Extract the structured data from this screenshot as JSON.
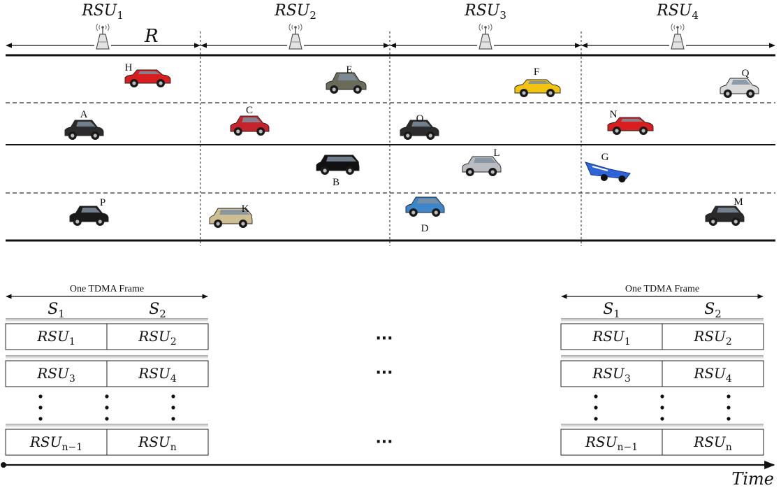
{
  "road": {
    "rsus": [
      {
        "base": "RSU",
        "sub": "1"
      },
      {
        "base": "RSU",
        "sub": "2"
      },
      {
        "base": "RSU",
        "sub": "3"
      },
      {
        "base": "RSU",
        "sub": "4"
      }
    ],
    "range_label": "R",
    "vehicles": [
      {
        "label": "H",
        "lane": 1,
        "color": "#d81e1e",
        "style": "sport"
      },
      {
        "label": "E",
        "lane": 1,
        "color": "#6b6b5a",
        "style": "suv"
      },
      {
        "label": "F",
        "lane": 1,
        "color": "#f2c40f",
        "style": "sport"
      },
      {
        "label": "Q",
        "lane": 1,
        "color": "#d9d9d9",
        "style": "sedan"
      },
      {
        "label": "A",
        "lane": 2,
        "color": "#2b2b2b",
        "style": "sedan"
      },
      {
        "label": "C",
        "lane": 2,
        "color": "#c4242a",
        "style": "sedan"
      },
      {
        "label": "O",
        "lane": 2,
        "color": "#2b2b2b",
        "style": "sedan"
      },
      {
        "label": "N",
        "lane": 2,
        "color": "#d81e1e",
        "style": "sport"
      },
      {
        "label": "B",
        "lane": 3,
        "color": "#111111",
        "style": "wagon"
      },
      {
        "label": "L",
        "lane": 3,
        "color": "#b9bcc0",
        "style": "hatch"
      },
      {
        "label": "G",
        "lane": 3,
        "color": "#2f64d8",
        "style": "race"
      },
      {
        "label": "P",
        "lane": 4,
        "color": "#1a1a1a",
        "style": "sedan"
      },
      {
        "label": "K",
        "lane": 4,
        "color": "#cdbf92",
        "style": "wagon"
      },
      {
        "label": "D",
        "lane": 4,
        "color": "#3d86c9",
        "style": "hatch"
      },
      {
        "label": "M",
        "lane": 4,
        "color": "#2a2a2a",
        "style": "hatch"
      }
    ]
  },
  "tdma": {
    "frame_label": "One TDMA Frame",
    "slots": [
      {
        "base": "S",
        "sub": "1"
      },
      {
        "base": "S",
        "sub": "2"
      }
    ],
    "rows": [
      [
        {
          "base": "RSU",
          "sub": "1"
        },
        {
          "base": "RSU",
          "sub": "2"
        }
      ],
      [
        {
          "base": "RSU",
          "sub": "3"
        },
        {
          "base": "RSU",
          "sub": "4"
        }
      ],
      [
        {
          "base": "RSU",
          "sub": "n−1"
        },
        {
          "base": "RSU",
          "sub": "n"
        }
      ]
    ],
    "ellipsis": "···",
    "vertical_dots": "⋮"
  },
  "time_label": "Time"
}
